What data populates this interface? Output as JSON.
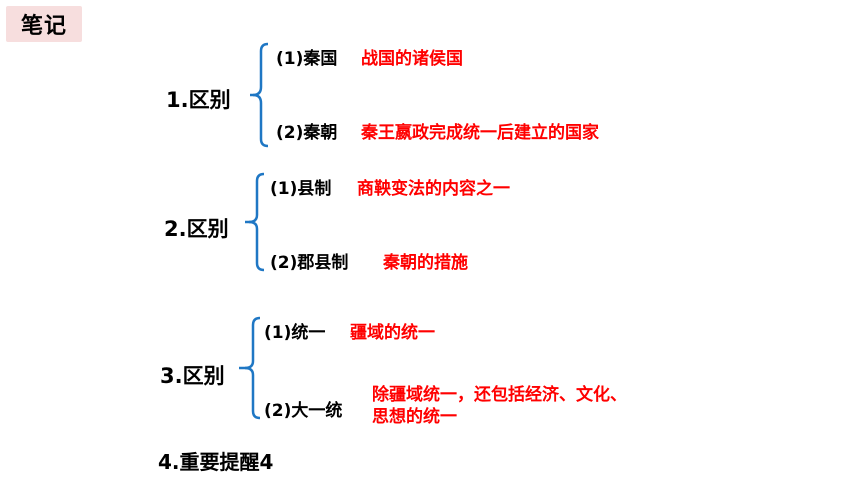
{
  "title": "笔记",
  "accent": "#ff0000",
  "brace_color": "#1f77c4",
  "groups": [
    {
      "label": "1.区别",
      "items": [
        {
          "term": "(1)秦国",
          "desc": "战国的诸侯国"
        },
        {
          "term": "(2)秦朝",
          "desc": "秦王嬴政完成统一后建立的国家"
        }
      ]
    },
    {
      "label": "2.区别",
      "items": [
        {
          "term": "(1)县制",
          "desc": "商鞅变法的内容之一"
        },
        {
          "term": "(2)郡县制",
          "desc": "秦朝的措施"
        }
      ]
    },
    {
      "label": "3.区别",
      "items": [
        {
          "term": "(1)统一",
          "desc": "疆域的统一"
        },
        {
          "term": "(2)大一统",
          "desc_line1": "除疆域统一，还包括经济、文化、",
          "desc_line2": "思想的统一"
        }
      ]
    }
  ],
  "reminder": "4.重要提醒4"
}
